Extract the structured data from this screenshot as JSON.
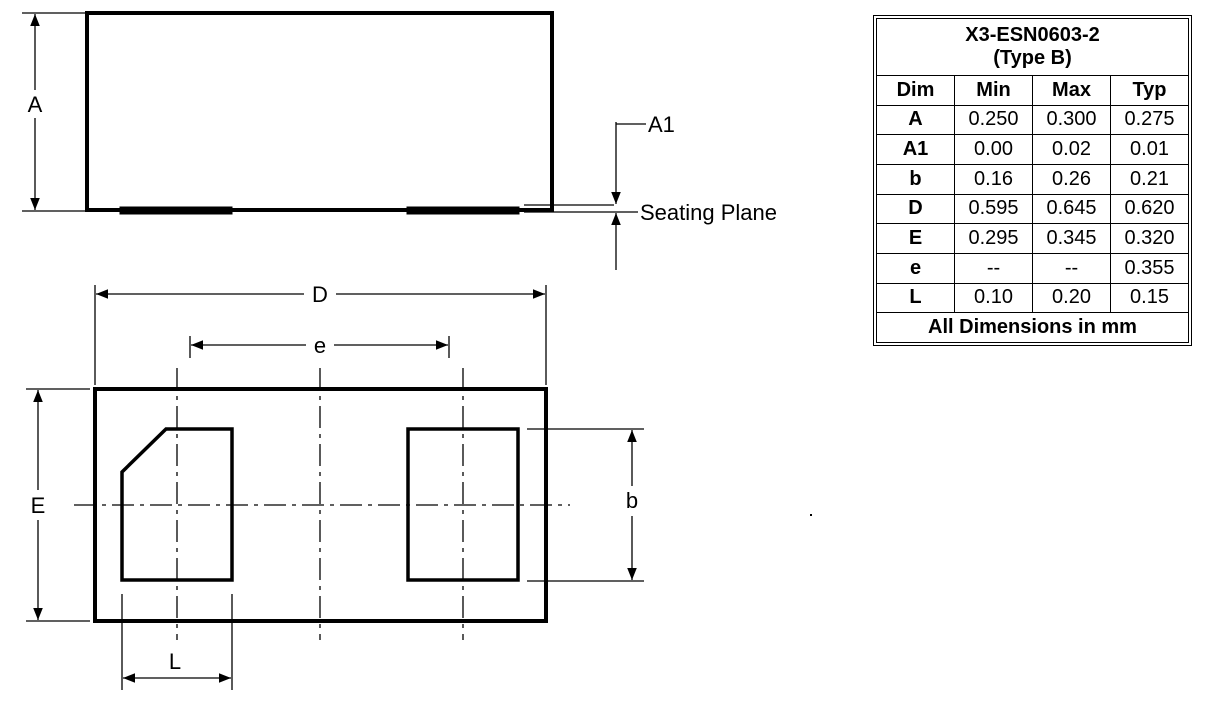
{
  "drawing": {
    "side_view": {
      "height_label": "A",
      "standoff_label": "A1",
      "seating_plane_label": "Seating Plane"
    },
    "top_view": {
      "length_label": "D",
      "pitch_label": "e",
      "width_label": "E",
      "pad_width_label": "b",
      "pad_length_label": "L"
    }
  },
  "table": {
    "title_line1": "X3-ESN0603-2",
    "title_line2": "(Type B)",
    "headers": [
      "Dim",
      "Min",
      "Max",
      "Typ"
    ],
    "rows": [
      {
        "dim": "A",
        "min": "0.250",
        "max": "0.300",
        "typ": "0.275"
      },
      {
        "dim": "A1",
        "min": "0.00",
        "max": "0.02",
        "typ": "0.01"
      },
      {
        "dim": "b",
        "min": "0.16",
        "max": "0.26",
        "typ": "0.21"
      },
      {
        "dim": "D",
        "min": "0.595",
        "max": "0.645",
        "typ": "0.620"
      },
      {
        "dim": "E",
        "min": "0.295",
        "max": "0.345",
        "typ": "0.320"
      },
      {
        "dim": "e",
        "min": "--",
        "max": "--",
        "typ": "0.355"
      },
      {
        "dim": "L",
        "min": "0.10",
        "max": "0.20",
        "typ": "0.15"
      }
    ],
    "footer": "All Dimensions in mm"
  }
}
